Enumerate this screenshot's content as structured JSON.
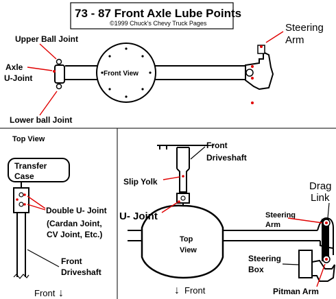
{
  "title": {
    "main": "73 - 87   Front Axle Lube Points",
    "copyright": "©1999 Chuck's Chevy Truck Pages"
  },
  "top_section": {
    "upper_ball_joint": "Upper Ball Joint",
    "axle": "Axle",
    "u_joint": "U-Joint",
    "lower_ball_joint": "Lower ball Joint",
    "front_view": "Front View",
    "steering": "Steering",
    "arm": "Arm"
  },
  "left_section": {
    "heading": "Top View",
    "transfer": "Transfer",
    "case": "Case",
    "double_u_joint": "Double U- Joint",
    "cardan_joint": "(Cardan Joint,",
    "cv_joint": "CV Joint, Etc.)",
    "front": "Front",
    "driveshaft": "Driveshaft",
    "bottom_front": "Front",
    "arrow": "↓"
  },
  "right_section": {
    "front": "Front",
    "driveshaft": "Driveshaft",
    "slip_yolk": "Slip Yolk",
    "u_joint": "U- Joint",
    "top": "Top",
    "view": "View",
    "drag": "Drag",
    "link": "Link",
    "steering": "Steering",
    "arm": "Arm",
    "steering2": "Steering",
    "box": "Box",
    "pitman_arm": "Pitman Arm",
    "bottom_front": "Front",
    "arrow": "↓"
  },
  "colors": {
    "lube_point": "#e00000",
    "line": "#000000",
    "background": "#ffffff"
  }
}
